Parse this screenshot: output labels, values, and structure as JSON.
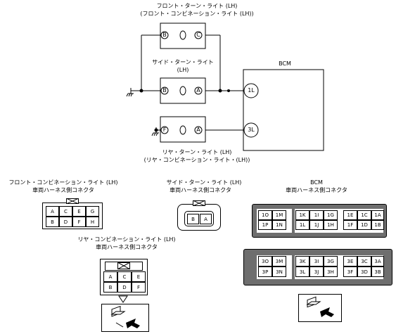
{
  "diagram": {
    "front_lamp_label": "フロント・ターン・ライト (LH)",
    "front_lamp_sub": "(フロント・コンビネーション・ライト (LH))",
    "side_lamp_label_1": "サイド・ターン・ライト",
    "side_lamp_label_2": "(LH)",
    "rear_lamp_label": "リヤ・ターン・ライト (LH)",
    "rear_lamp_sub": "(リヤ・コンビネーション・ライト・(LH))",
    "bcm_label": "BCM",
    "front_pin_1": "B",
    "front_pin_2": "C",
    "side_pin_1": "B",
    "side_pin_2": "A",
    "rear_pin_1": "F",
    "rear_pin_2": "A",
    "bcm_terminal_1": "1L",
    "bcm_terminal_2": "3L"
  },
  "connectors": {
    "front": {
      "title_1": "フロント・コンビネーション・ライト (LH)",
      "title_2": "車両ハーネス側コネクタ",
      "pins": [
        "A",
        "C",
        "E",
        "G",
        "B",
        "D",
        "F",
        "H"
      ]
    },
    "side": {
      "title_1": "サイド・ターン・ライト (LH)",
      "title_2": "車両ハーネス側コネクタ",
      "pins": [
        "B",
        "A"
      ]
    },
    "rear": {
      "title_1": "リヤ・コンビネーション・ライト (LH)",
      "title_2": "車両ハーネス側コネクタ",
      "pins": [
        "A",
        "C",
        "E",
        "B",
        "D",
        "F"
      ]
    },
    "bcm": {
      "title_1": "BCM",
      "title_2": "車両ハーネス側コネクタ",
      "upper": [
        "1O",
        "1M",
        "1K",
        "1I",
        "1G",
        "1E",
        "1C",
        "1A",
        "1P",
        "1N",
        "1L",
        "1J",
        "1H",
        "1F",
        "1D",
        "1B"
      ],
      "lower": [
        "3O",
        "3M",
        "3K",
        "3I",
        "3G",
        "3E",
        "3C",
        "3A",
        "3P",
        "3N",
        "3L",
        "3J",
        "3H",
        "3F",
        "3D",
        "3B"
      ]
    }
  }
}
